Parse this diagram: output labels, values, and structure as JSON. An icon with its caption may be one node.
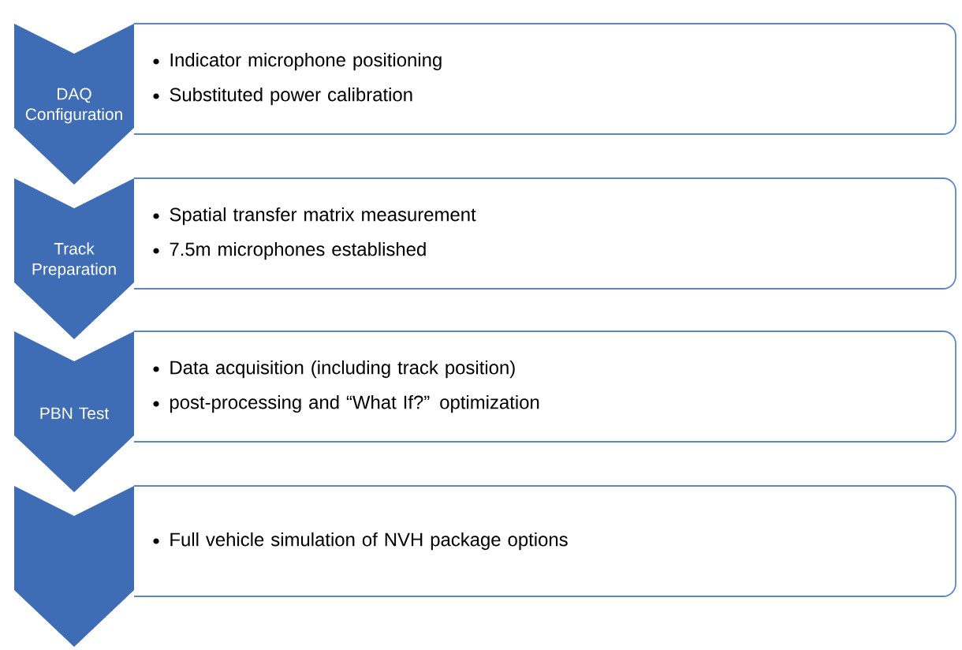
{
  "diagram": {
    "nodes": [
      {
        "text": [
          "DAQ Configuration"
        ]
      },
      {
        "text": [
          "Indicator microphone positioning",
          "Substituted power calibration"
        ]
      },
      {
        "text": [
          "Track Preparation"
        ]
      },
      {
        "text": [
          "Spatial transfer matrix measurement",
          "7.5m microphones established"
        ]
      },
      {
        "text": [
          "PBN Test"
        ]
      },
      {
        "text": [
          "Data acquisition (including track position)",
          "post-processing and “What If?” optimization"
        ]
      },
      {
        "text": [],
        "shape": "chevron"
      },
      {
        "text": [
          "Full vehicle simulation of NVH package options"
        ]
      }
    ]
  }
}
